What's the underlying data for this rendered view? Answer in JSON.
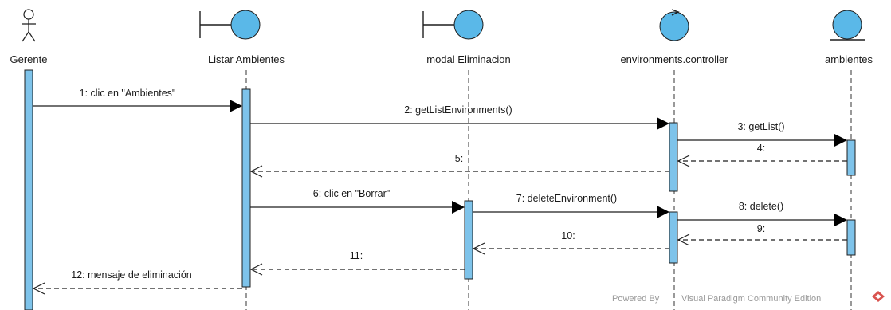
{
  "participants": [
    {
      "id": "gerente",
      "type": "actor",
      "label": "Gerente"
    },
    {
      "id": "listar",
      "type": "boundary",
      "label": "Listar Ambientes"
    },
    {
      "id": "modal",
      "type": "boundary",
      "label": "modal Eliminacion"
    },
    {
      "id": "controller",
      "type": "control",
      "label": "environments.controller"
    },
    {
      "id": "ambientes",
      "type": "entity",
      "label": "ambientes"
    }
  ],
  "messages": [
    {
      "label": "1: clic en \"Ambientes\"",
      "from": "gerente",
      "to": "listar",
      "kind": "sync"
    },
    {
      "label": "2: getListEnvironments()",
      "from": "listar",
      "to": "controller",
      "kind": "sync"
    },
    {
      "label": "3: getList()",
      "from": "controller",
      "to": "ambientes",
      "kind": "sync"
    },
    {
      "label": "4:",
      "from": "ambientes",
      "to": "controller",
      "kind": "return"
    },
    {
      "label": "5:",
      "from": "controller",
      "to": "listar",
      "kind": "return"
    },
    {
      "label": "6: clic en \"Borrar\"",
      "from": "listar",
      "to": "modal",
      "kind": "sync"
    },
    {
      "label": "7: deleteEnvironment()",
      "from": "modal",
      "to": "controller",
      "kind": "sync"
    },
    {
      "label": "8: delete()",
      "from": "controller",
      "to": "ambientes",
      "kind": "sync"
    },
    {
      "label": "9:",
      "from": "ambientes",
      "to": "controller",
      "kind": "return"
    },
    {
      "label": "10:",
      "from": "controller",
      "to": "modal",
      "kind": "return"
    },
    {
      "label": "11:",
      "from": "modal",
      "to": "listar",
      "kind": "return"
    },
    {
      "label": "12: mensaje de eliminación",
      "from": "listar",
      "to": "gerente",
      "kind": "return"
    }
  ],
  "watermark": {
    "prefix": "Powered By",
    "product": "Visual Paradigm Community Edition"
  },
  "colors": {
    "activation": "#7ec3ea",
    "element_fill": "#5ab8e8",
    "line": "#1f1f1f",
    "watermark_icon": "#d9534f"
  }
}
